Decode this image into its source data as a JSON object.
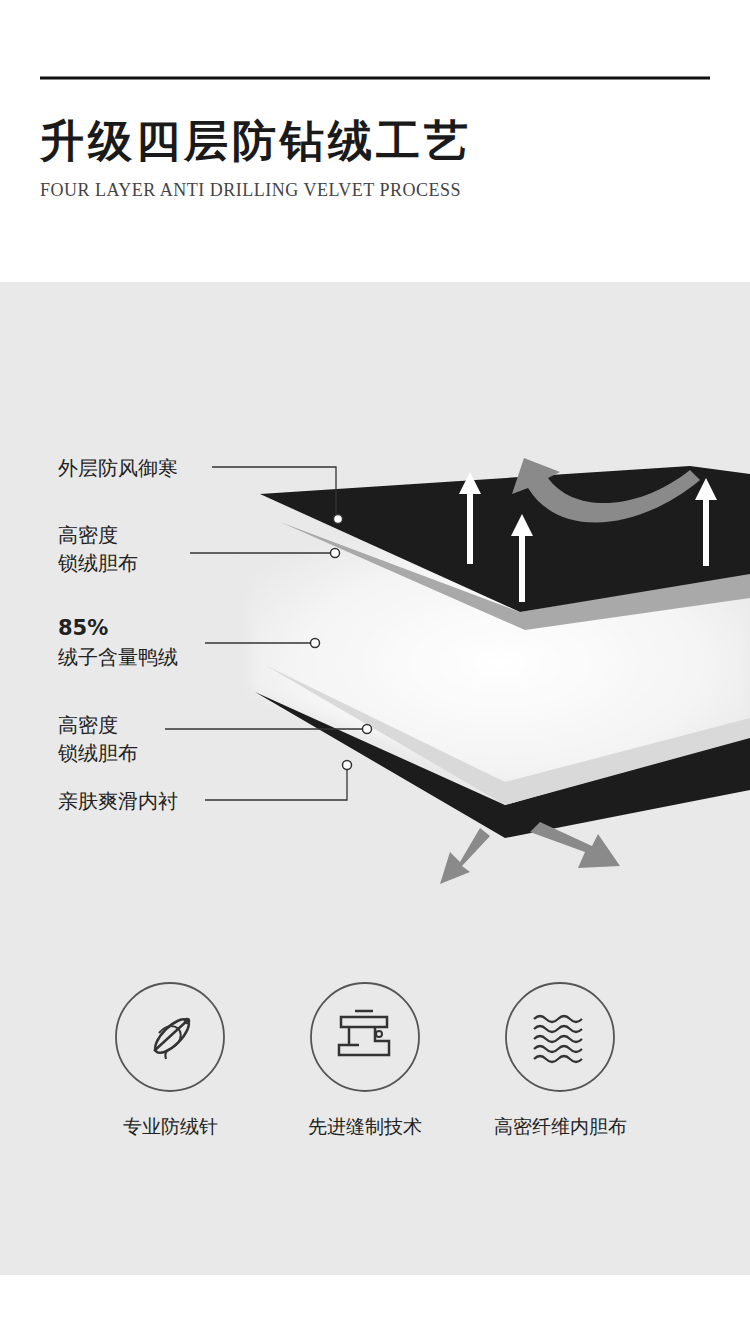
{
  "diagram": {
    "title": "升级四层防钻绒工艺",
    "nodes": [
      {
        "text": [
          "专业防绒针"
        ]
      },
      {
        "text": [
          "先进缝制技术"
        ]
      },
      {
        "text": [
          "高密纤维内胆布"
        ]
      }
    ],
    "edges": [],
    "labels": [
      "FOUR LAYER ANTI DRILLING VELVET PROCESS",
      "外层防风御寒",
      "高密度 锁绒胆布",
      "85%",
      "绒子含量鸭绒",
      "高密度 锁绒胆布",
      "亲肤爽滑内衬"
    ]
  }
}
